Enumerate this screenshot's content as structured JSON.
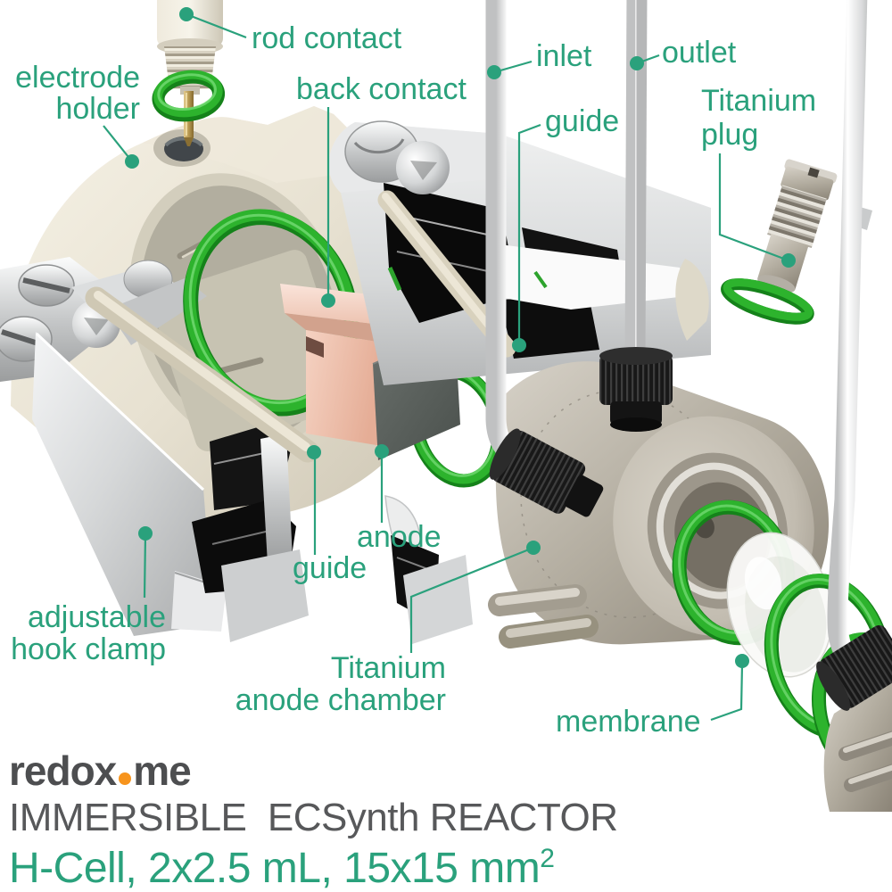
{
  "colors": {
    "label_teal": "#2aa17c",
    "title_gray": "#57585a",
    "logo_gray": "#4d4e50",
    "logo_orange": "#f7941d",
    "oring_green": "#2db32d",
    "copper_contact": "#eec3ae",
    "anode_dark": "#565c58",
    "cream_plastic": "#e9e3d4",
    "titanium": "#b0aa9e"
  },
  "labels": {
    "rod_contact": {
      "text": "rod contact"
    },
    "electrode_holder": {
      "line1": "electrode",
      "line2": "holder"
    },
    "back_contact": {
      "text": "back contact"
    },
    "inlet": {
      "text": "inlet"
    },
    "outlet": {
      "text": "outlet"
    },
    "guide_top": {
      "text": "guide"
    },
    "titanium_plug": {
      "line1": "Titanium",
      "line2": "plug"
    },
    "anode": {
      "text": "anode"
    },
    "guide_bottom": {
      "text": "guide"
    },
    "adjustable_hook_clamp": {
      "line1": "adjustable",
      "line2": "hook clamp"
    },
    "titanium_anode_chamber": {
      "line1": "Titanium",
      "line2": "anode chamber"
    },
    "membrane": {
      "text": "membrane"
    }
  },
  "footer": {
    "brand_part1": "redox",
    "brand_part2": "me",
    "title": "IMMERSIBLE  ECSynth REACTOR",
    "subtitle": "H-Cell, 2x2.5 mL, 15x15 mm",
    "subtitle_sup": "2"
  }
}
